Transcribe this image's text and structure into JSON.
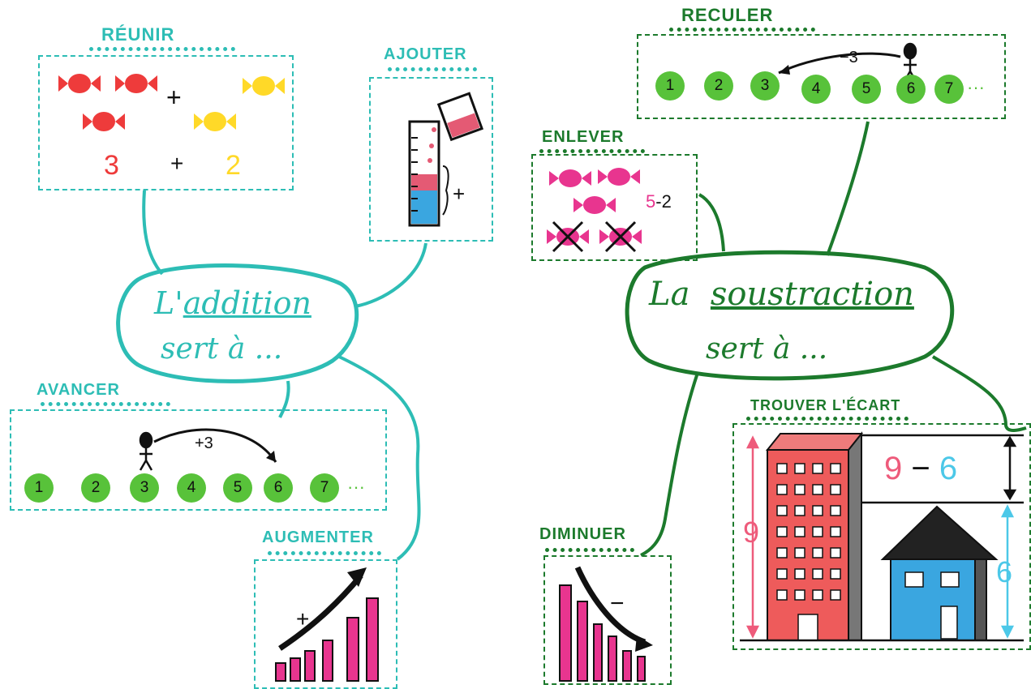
{
  "colors": {
    "teal": "#2dbdb5",
    "green": "#1c7a2c",
    "red": "#ee3b3b",
    "yellow": "#ffd928",
    "pink": "#e8358f",
    "ball": "#58c23a",
    "blue": "#3aa6e0"
  },
  "addition": {
    "center_line1_prefix": "L'",
    "center_line1_word": "addition",
    "center_line2": "sert à ...",
    "reunir": {
      "title": "RÉUNIR",
      "plus": "+",
      "eq_a": "3",
      "eq_plus": "+",
      "eq_b": "2"
    },
    "ajouter": {
      "title": "AJOUTER",
      "plus": "+"
    },
    "avancer": {
      "title": "AVANCER",
      "hop": "+3",
      "numbers": [
        "1",
        "2",
        "3",
        "4",
        "5",
        "6",
        "7"
      ],
      "ellipsis": "···"
    },
    "augmenter": {
      "title": "AUGMENTER",
      "sign": "+"
    }
  },
  "soustraction": {
    "center_line1_prefix": "La",
    "center_line1_word": "soustraction",
    "center_line2": "sert à ...",
    "reculer": {
      "title": "RECULER",
      "hop": "−3",
      "numbers": [
        "1",
        "2",
        "3",
        "4",
        "5",
        "6",
        "7"
      ],
      "ellipsis": "···"
    },
    "enlever": {
      "title": "ENLEVER",
      "eq_a": "5",
      "eq_rest": "-2"
    },
    "trouver": {
      "title": "TROUVER L'ÉCART",
      "left": "9",
      "minus": "−",
      "right": "6",
      "height_big": "9",
      "height_small": "6"
    },
    "diminuer": {
      "title": "DIMINUER",
      "sign": "−"
    }
  }
}
